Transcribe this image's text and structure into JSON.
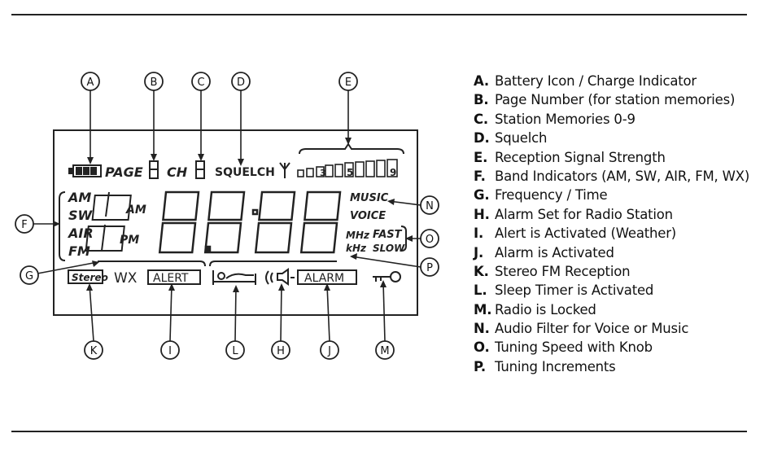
{
  "display": {
    "page_label": "PAGE",
    "ch_label": "CH",
    "squelch_label": "SQUELCH",
    "signal_digits": [
      "3",
      "5",
      "9"
    ],
    "bands": [
      "AM",
      "SW",
      "AIR",
      "FM"
    ],
    "ampm": [
      "AM",
      "PM"
    ],
    "filter": [
      "MUSIC",
      "VOICE"
    ],
    "units": [
      "MHz",
      "kHz"
    ],
    "speed": [
      "FAST",
      "SLOW"
    ],
    "stereo_label": "Stereo",
    "wx_label": "WX",
    "alert_label": "ALERT",
    "alarm_label": "ALARM"
  },
  "callouts": [
    "A",
    "B",
    "C",
    "D",
    "E",
    "F",
    "G",
    "H",
    "I",
    "J",
    "K",
    "L",
    "M",
    "N",
    "O",
    "P"
  ],
  "legend": [
    {
      "key": "A.",
      "text": "Battery Icon / Charge Indicator"
    },
    {
      "key": "B.",
      "text": "Page Number (for station memories)"
    },
    {
      "key": "C.",
      "text": "Station Memories 0-9"
    },
    {
      "key": "D.",
      "text": "Squelch"
    },
    {
      "key": "E.",
      "text": "Reception Signal Strength"
    },
    {
      "key": "F.",
      "text": "Band Indicators (AM, SW, AIR, FM, WX)"
    },
    {
      "key": "G.",
      "text": "Frequency / Time"
    },
    {
      "key": "H.",
      "text": "Alarm Set for Radio Station"
    },
    {
      "key": "I.",
      "text": "Alert is Activated (Weather)"
    },
    {
      "key": "J.",
      "text": "Alarm is Activated"
    },
    {
      "key": "K.",
      "text": "Stereo FM Reception"
    },
    {
      "key": "L.",
      "text": "Sleep Timer is Activated"
    },
    {
      "key": "M.",
      "text": "Radio is Locked"
    },
    {
      "key": "N.",
      "text": "Audio Filter for Voice or Music"
    },
    {
      "key": "O.",
      "text": "Tuning Speed with Knob"
    },
    {
      "key": "P.",
      "text": "Tuning Increments"
    }
  ]
}
